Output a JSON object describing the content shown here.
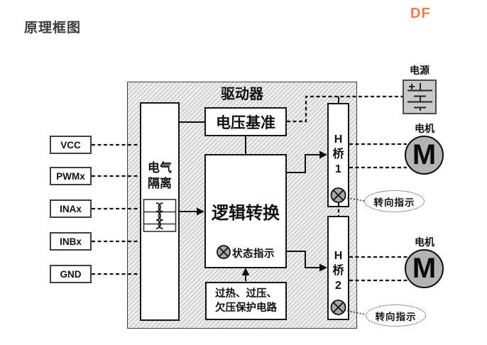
{
  "page": {
    "title": "原理框图",
    "logo": "DF"
  },
  "driver": {
    "label": "驱动器"
  },
  "inputs": [
    {
      "label": "VCC"
    },
    {
      "label": "PWMx"
    },
    {
      "label": "INAx"
    },
    {
      "label": "INBx"
    },
    {
      "label": "GND"
    }
  ],
  "blocks": {
    "isolation": {
      "line1": "电气",
      "line2": "隔离"
    },
    "voltage_ref": {
      "label": "电压基准"
    },
    "logic": {
      "label": "逻辑转换"
    },
    "status": {
      "label": "状态指示"
    },
    "protection": {
      "line1": "过热、过压、",
      "line2": "欠压保护电路"
    },
    "hbridge1": {
      "char1": "H",
      "char2": "桥",
      "char3": "1"
    },
    "hbridge2": {
      "char1": "H",
      "char2": "桥",
      "char3": "2"
    }
  },
  "externals": {
    "power": {
      "label": "电源"
    },
    "motor1": {
      "label": "电机",
      "symbol": "M"
    },
    "motor2": {
      "label": "电机",
      "symbol": "M"
    },
    "direction1": {
      "label": "转向指示"
    },
    "direction2": {
      "label": "转向指示"
    }
  },
  "colors": {
    "accent": "#ED7C4E",
    "line": "#111111",
    "motor_fill": "#b3b3b3",
    "battery_fill": "#c9c9c9",
    "hatch_stripe": "#c6c6c6"
  }
}
